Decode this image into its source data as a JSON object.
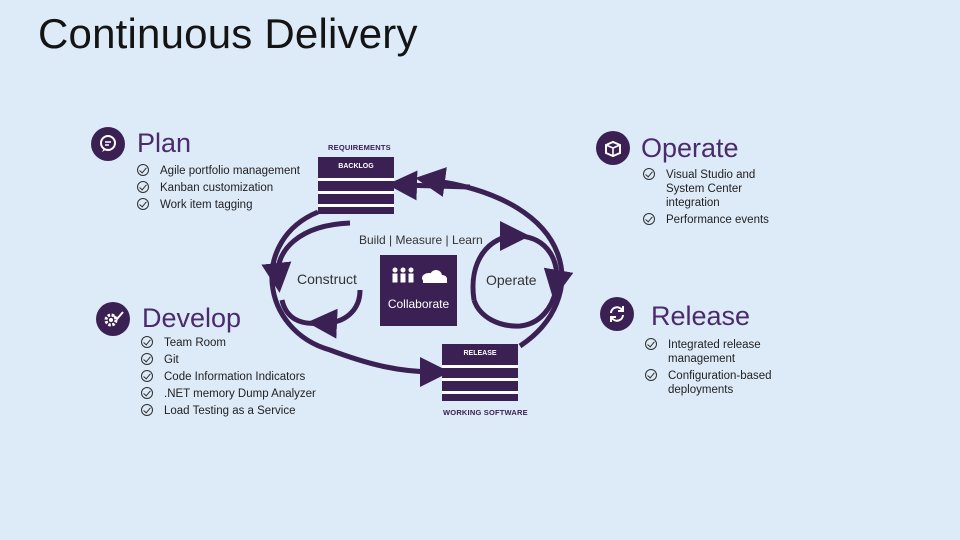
{
  "title": "Continuous Delivery",
  "plan": {
    "title": "Plan",
    "icon": "chat-bubble-icon",
    "items": [
      "Agile portfolio management",
      "Kanban customization",
      "Work item tagging"
    ]
  },
  "develop": {
    "title": "Develop",
    "icon": "gear-check-icon",
    "items": [
      "Team Room",
      "Git",
      "Code Information Indicators",
      ".NET memory Dump Analyzer",
      "Load Testing as a Service"
    ]
  },
  "operate": {
    "title": "Operate",
    "icon": "box-icon",
    "items": [
      [
        "Visual Studio and",
        "System Center",
        "integration"
      ],
      [
        "Performance events"
      ]
    ]
  },
  "release": {
    "title": "Release",
    "icon": "refresh-icon",
    "items": [
      [
        "Integrated release",
        "management"
      ],
      [
        "Configuration-based",
        "deployments"
      ]
    ]
  },
  "cycle": {
    "requirements_label": "REQUIREMENTS",
    "backlog_label": "BACKLOG",
    "release_label": "RELEASE",
    "working_software_label": "WORKING SOFTWARE",
    "construct": "Construct",
    "operate": "Operate",
    "tagline": "Build  |  Measure  |  Learn",
    "collaborate": "Collaborate"
  },
  "colors": {
    "accent": "#3b2153",
    "background": "#ddeaf8"
  }
}
